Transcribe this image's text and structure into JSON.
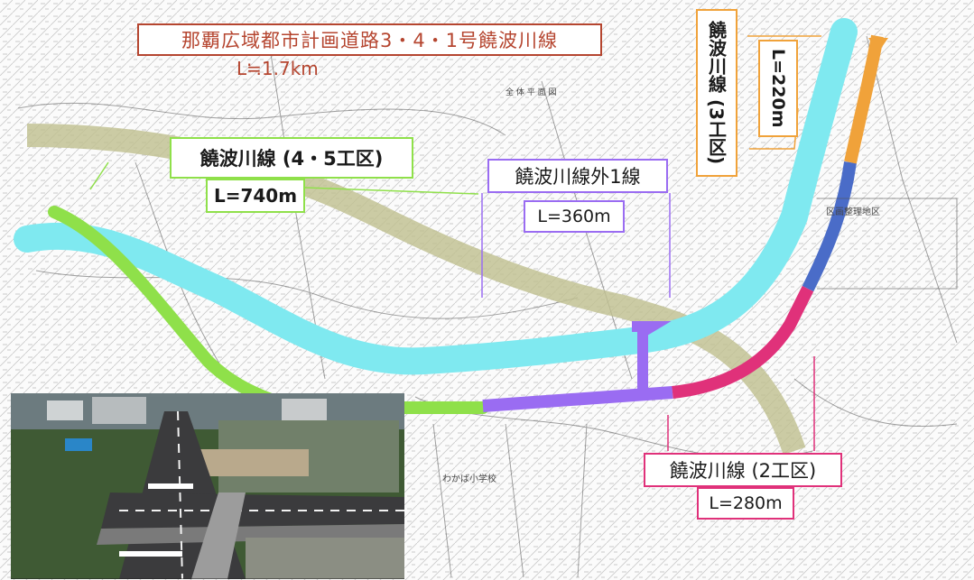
{
  "title": "那覇広域都市計画道路3・4・1号饒波川線",
  "total_length": "L≒1.7km",
  "labels": {
    "section_4_5": {
      "name": "饒波川線 (4・5工区)",
      "length": "L=740m"
    },
    "sotohen_1": {
      "name": "饒波川線外1線",
      "length": "L=360m"
    },
    "section_3": {
      "name": "饒波川線 (3工区)",
      "length": "L=220m"
    },
    "section_2": {
      "name": "饒波川線 (2工区)",
      "length": "L=280m"
    }
  },
  "map_text": {
    "overview": "全 体 平 面 図",
    "land_readjustment": "区画整理地区",
    "school": "わかば小学校"
  },
  "colors": {
    "section_4_5": "#8fe04a",
    "sotohen_1": "#9a6cf2",
    "section_3_north": "#f0a23a",
    "section_3_blue": "#4a6cc8",
    "section_2": "#e0317a",
    "river": "#7fe9f0",
    "existing_road": "#bfbf8f",
    "title_border": "#b5452f"
  },
  "icons": [
    "aerial-photo-inset"
  ]
}
